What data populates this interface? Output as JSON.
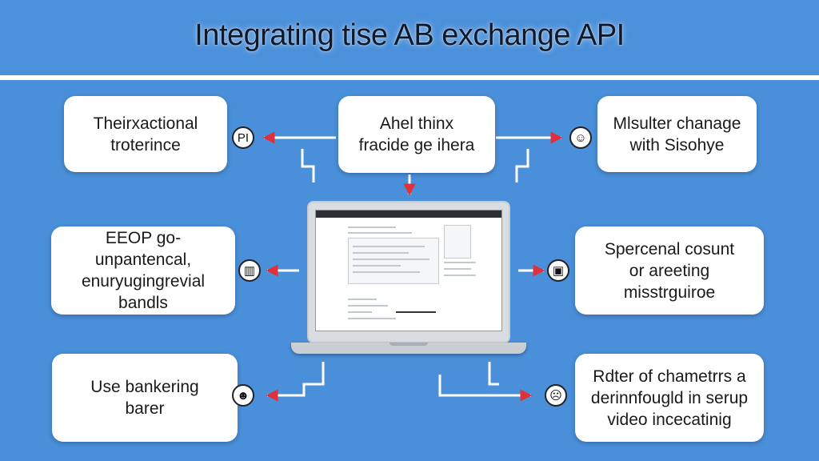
{
  "header": {
    "title": "Integrating tise AB exchange API"
  },
  "boxes": [
    {
      "id": "top-left",
      "text": "Theirxactional\ntroterince"
    },
    {
      "id": "top-center",
      "text": "Ahel thinx\nfracide ge ihera"
    },
    {
      "id": "top-right",
      "text": "Mlsulter chanage\nwith Sisohye"
    },
    {
      "id": "mid-left",
      "text": "EEOP go-unpantencal,\nenuryugingrevial\nbandls"
    },
    {
      "id": "mid-right",
      "text": "Spercenal cosunt\nor areeting\nmisstrguiroe"
    },
    {
      "id": "bottom-left",
      "text": "Use bankering\nbarer"
    },
    {
      "id": "bottom-right",
      "text": "Rdter of chametrrs a\nderinnfougld in serup\nvideo incecatinig"
    }
  ],
  "icons": [
    {
      "id": "top-left",
      "name": "pi-icon",
      "glyph": "PI"
    },
    {
      "id": "top-right",
      "name": "person-badge-icon",
      "glyph": "☺"
    },
    {
      "id": "mid-left",
      "name": "document-icon",
      "glyph": "▥"
    },
    {
      "id": "mid-right",
      "name": "device-icon",
      "glyph": "▣"
    },
    {
      "id": "bottom-left",
      "name": "user-icon",
      "glyph": "☻"
    },
    {
      "id": "bottom-right",
      "name": "face-icon",
      "glyph": "☹"
    }
  ],
  "colors": {
    "background": "#4a8fd9",
    "arrow": "#e0303a",
    "connector": "#ffffff"
  }
}
